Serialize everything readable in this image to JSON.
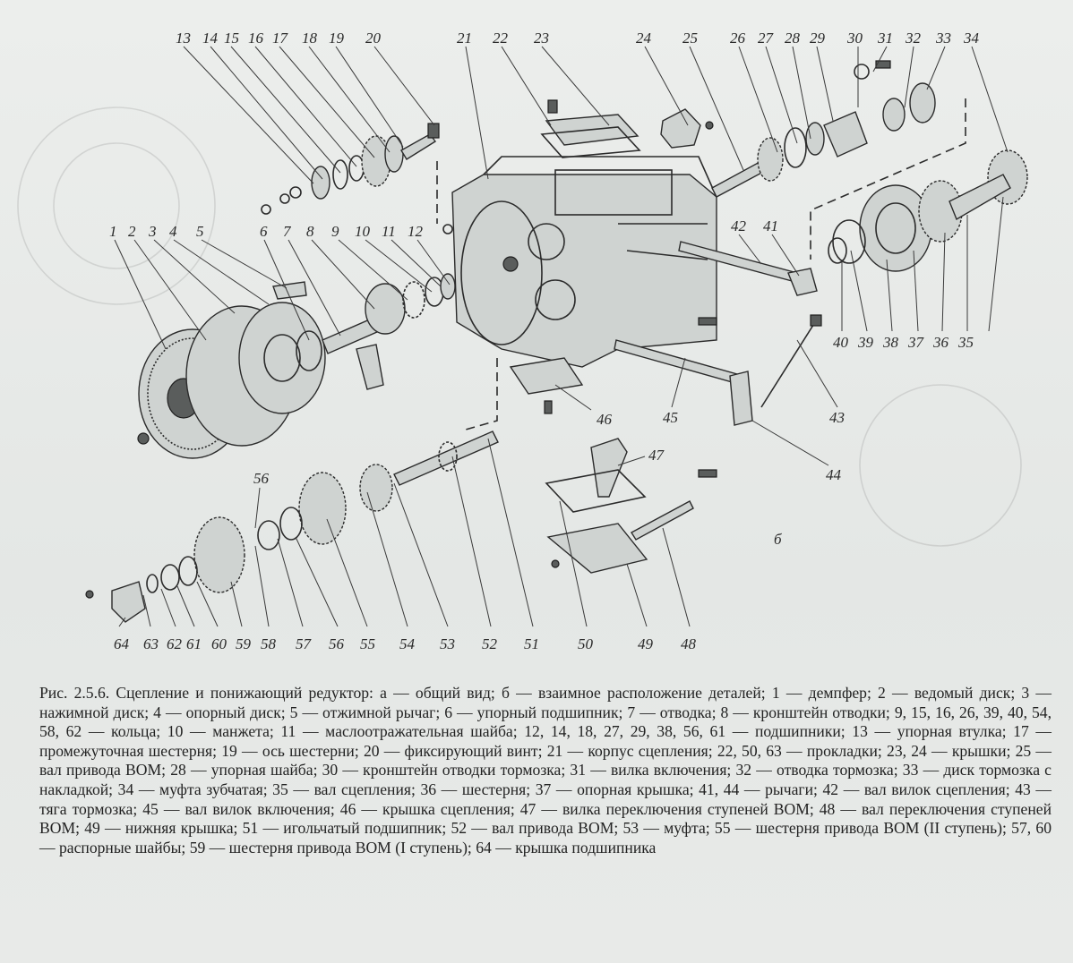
{
  "labels": {
    "l1": "1",
    "l2": "2",
    "l3": "3",
    "l4": "4",
    "l5": "5",
    "l6": "6",
    "l7": "7",
    "l8": "8",
    "l9": "9",
    "l10": "10",
    "l11": "11",
    "l12": "12",
    "l13": "13",
    "l14": "14",
    "l15": "15",
    "l16": "16",
    "l17": "17",
    "l18": "18",
    "l19": "19",
    "l20": "20",
    "l21": "21",
    "l22": "22",
    "l23": "23",
    "l24": "24",
    "l25": "25",
    "l26": "26",
    "l27": "27",
    "l28": "28",
    "l29": "29",
    "l30": "30",
    "l31": "31",
    "l32": "32",
    "l33": "33",
    "l34": "34",
    "l35": "35",
    "l36": "36",
    "l37": "37",
    "l38": "38",
    "l39": "39",
    "l40": "40",
    "l41": "41",
    "l42": "42",
    "l43": "43",
    "l44": "44",
    "l45": "45",
    "l46": "46",
    "l47": "47",
    "l48": "48",
    "l49": "49",
    "l50": "50",
    "l51": "51",
    "l52": "52",
    "l53": "53",
    "l54": "54",
    "l55": "55",
    "l56a": "56",
    "l56b": "56",
    "l57": "57",
    "l58": "58",
    "l59": "59",
    "l60": "60",
    "l61": "61",
    "l62": "62",
    "l63": "63",
    "l64": "64",
    "lb": "б"
  },
  "caption": "Рис. 2.5.6. Сцепление и понижающий редуктор: а — общий вид; б — взаимное расположение деталей; 1 — демпфер; 2 — ведомый диск; 3 — нажимной диск; 4 — опорный диск; 5 — отжимной рычаг; 6 — упорный подшипник; 7 — отводка; 8 — кронштейн отводки; 9, 15, 16, 26, 39, 40, 54, 58, 62 — кольца; 10 — манжета; 11 — маслоотражательная шайба; 12, 14, 18, 27, 29, 38, 56, 61 — подшипники; 13 — упорная втулка; 17 — промежуточная шестерня; 19 — ось шестерни; 20 — фиксирующий винт; 21 — корпус сцепления; 22, 50, 63 — прокладки; 23, 24 — крышки; 25 — вал привода ВОМ; 28 — упорная шайба; 30 — кронштейн отводки тормозка; 31 — вилка включения; 32 — отводка тормозка; 33 — диск тормозка с накладкой; 34 — муфта зубчатая; 35 — вал сцепления; 36 — шестерня; 37 — опорная крышка; 41, 44 — рычаги; 42 — вал вилок сцепления; 43 — тяга тормозка; 45 — вал вилок включения; 46 — крышка сцепления; 47 — вилка переключения ступеней ВОМ; 48 — вал переключения ступеней ВОМ; 49 — нижняя крышка; 51 — игольчатый подшипник; 52 — вал привода ВОМ; 53 — муфта; 55 — шестерня привода ВОМ (II ступень); 57, 60 — распорные шайбы; 59 — шестерня привода ВОМ (I ступень); 64 — крышка подшипника"
}
